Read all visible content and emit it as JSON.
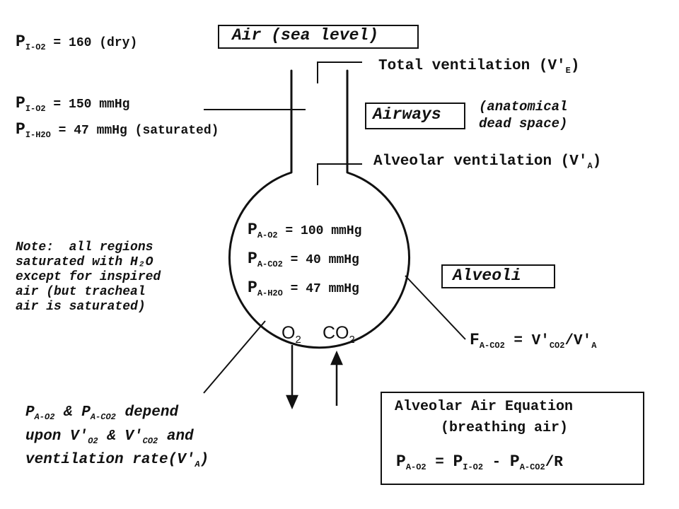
{
  "labels": {
    "air_box": "Air (sea level)",
    "pio2_dry": {
      "p": "P",
      "sub": "I-O2",
      "rest": " = 160 (dry)"
    },
    "total_ventilation": {
      "pre": "Total ventilation (V'",
      "sub": "E",
      "post": ")"
    },
    "pio2_150": {
      "p": "P",
      "sub": "I-O2",
      "rest": " = 150 mmHg"
    },
    "pih2o_47": {
      "p": "P",
      "sub": "I-H2O",
      "rest": " = 47 mmHg (saturated)"
    },
    "airways_box": "Airways",
    "anatomical_1": "(anatomical",
    "anatomical_2": "dead space)",
    "alveolar_ventilation": {
      "pre": "Alveolar ventilation (V'",
      "sub": "A",
      "post": ")"
    },
    "pao2_100": {
      "p": "P",
      "sub": "A-O2",
      "rest": " = 100 mmHg"
    },
    "paco2_40": {
      "p": "P",
      "sub": "A-CO2",
      "rest": " = 40 mmHg"
    },
    "pah2o_47": {
      "p": "P",
      "sub": "A-H2O",
      "rest": " = 47 mmHg"
    },
    "alveoli_box": "Alveoli",
    "note": "Note:  all regions\nsaturated with H₂O\nexcept for inspired\nair (but tracheal\nair is saturated)",
    "o2": {
      "main": "O",
      "sub": "2"
    },
    "co2": {
      "main": "CO",
      "sub": "2"
    },
    "faco2": {
      "f": "F",
      "sub1": "A-CO2",
      "mid": " = V'",
      "sub2": "CO2",
      "tail": "/V'",
      "sub3": "A"
    },
    "depend_1": {
      "p1": "P",
      "s1": "A-O2",
      "amp": " & ",
      "p2": "P",
      "s2": "A-CO2",
      "rest": " depend"
    },
    "depend_2": {
      "pre": "upon V'",
      "s1": "O2",
      "mid": " & V'",
      "s2": "CO2",
      "rest": " and"
    },
    "depend_3": {
      "pre": "ventilation rate(V'",
      "sub": "A",
      "post": ")"
    },
    "equation_title_1": "Alveolar Air Equation",
    "equation_title_2": "(breathing air)",
    "equation": {
      "p1": "P",
      "s1": "A-O2",
      "eq": " = ",
      "p2": "P",
      "s2": "I-O2",
      "minus": " - ",
      "p3": "P",
      "s3": "A-CO2",
      "tail": "/R"
    }
  }
}
